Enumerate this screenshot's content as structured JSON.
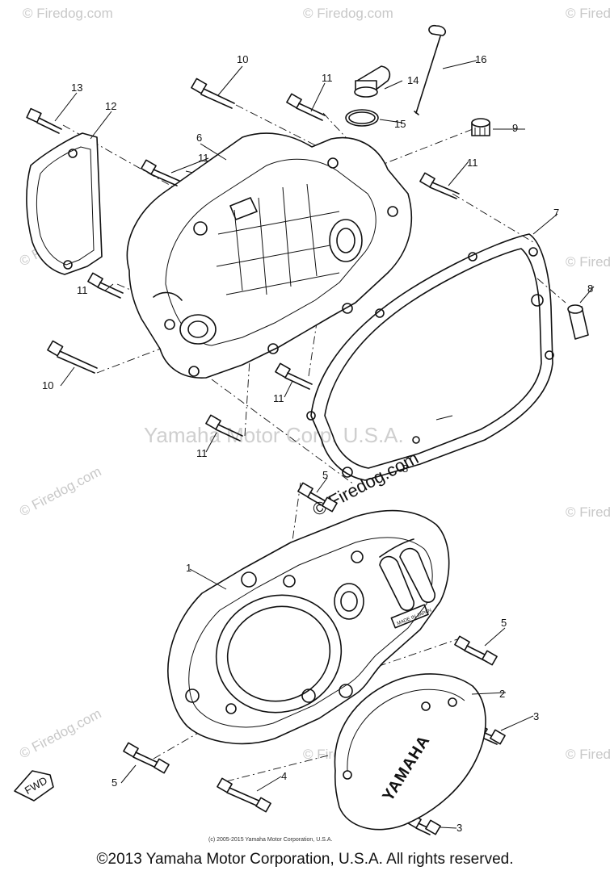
{
  "watermarks": {
    "site": "© Firedog.com",
    "center": "Yamaha Motor Corp. U.S.A."
  },
  "callouts": {
    "c1": "1",
    "c2": "2",
    "c3a": "3",
    "c3b": "3",
    "c4": "4",
    "c5a": "5",
    "c5b": "5",
    "c5c": "5",
    "c6": "6",
    "c7": "7",
    "c8": "8",
    "c8b": "8",
    "c9": "9",
    "c10a": "10",
    "c10b": "10",
    "c11a": "11",
    "c11b": "11",
    "c11c": "11",
    "c11d": "11",
    "c11e": "11",
    "c11f": "11",
    "c12": "12",
    "c13": "13",
    "c14": "14",
    "c15": "15",
    "c16": "16"
  },
  "embossed": {
    "yamaha": "YAMAHA",
    "made_in_japan": "MADE IN JAPAN",
    "fwd": "FWD"
  },
  "credit_small": "(c) 2005-2015 Yamaha Motor Corporation, U.S.A.",
  "copyright": "©2013 Yamaha Motor Corporation, U.S.A. All rights reserved."
}
